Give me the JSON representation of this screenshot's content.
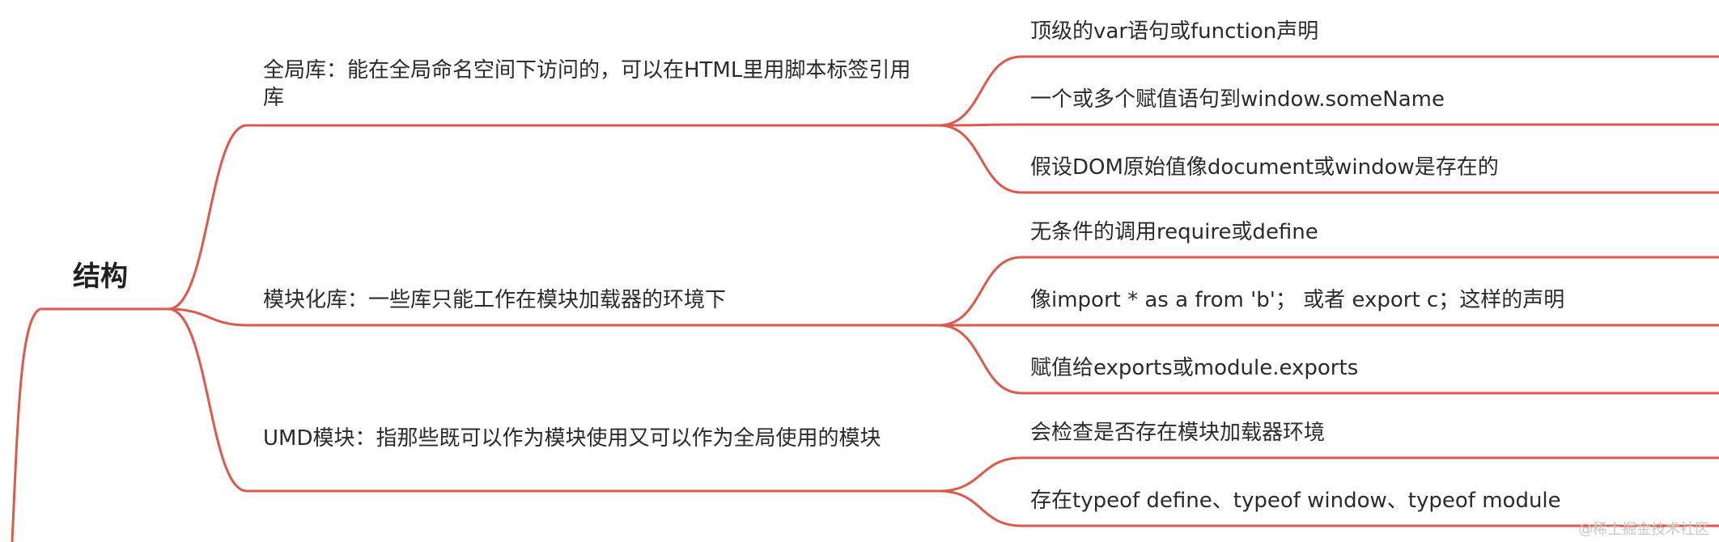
{
  "theme": {
    "line": "#dd5a4a",
    "text": "#2b2b2b"
  },
  "root": {
    "label": "结构"
  },
  "branches": [
    {
      "label": "全局库：能在全局命名空间下访问的，可以在HTML里用脚本标签引用库",
      "leaves": [
        "顶级的var语句或function声明",
        "一个或多个赋值语句到window.someName",
        "假设DOM原始值像document或window是存在的"
      ]
    },
    {
      "label": "模块化库：一些库只能工作在模块加载器的环境下",
      "leaves": [
        "无条件的调用require或define",
        "像import * as a from 'b'；  或者 export c；这样的声明",
        "赋值给exports或module.exports"
      ]
    },
    {
      "label": "UMD模块：指那些既可以作为模块使用又可以作为全局使用的模块",
      "leaves": [
        "会检查是否存在模块加载器环境",
        "存在typeof define、typeof window、typeof module"
      ]
    }
  ],
  "watermark": "@稀土掘金技术社区"
}
